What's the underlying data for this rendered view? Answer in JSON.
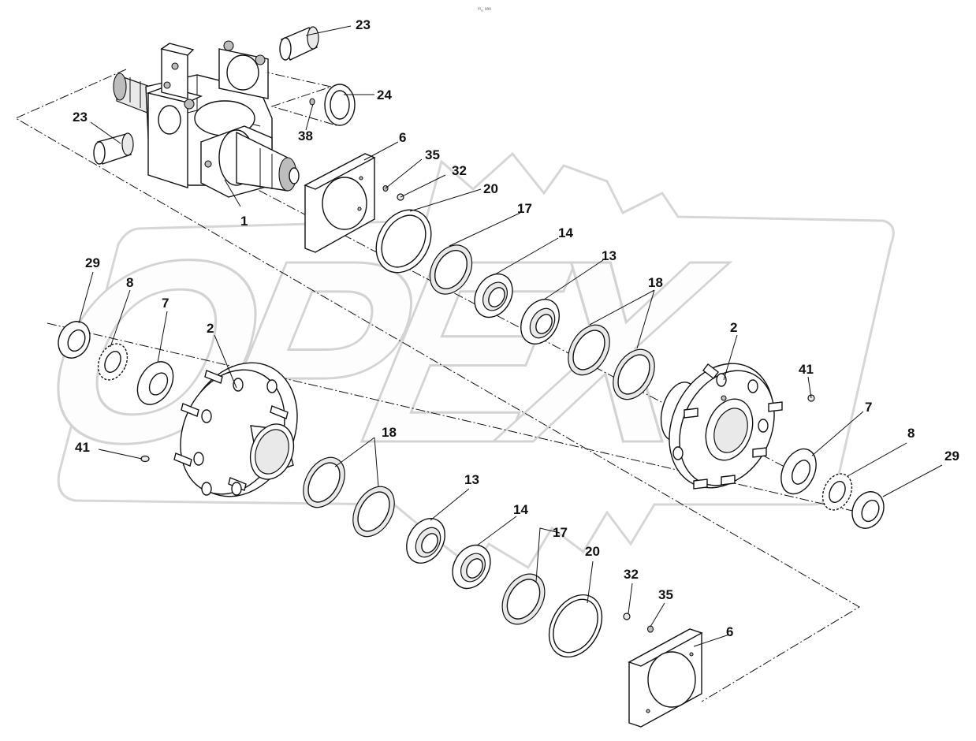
{
  "header": {
    "code": "ᵐ₀ ᵃᵃᵃ"
  },
  "watermark": {
    "text": "OPEX"
  },
  "labels": {
    "l23a": "23",
    "l24": "24",
    "l23b": "23",
    "l38": "38",
    "l6a": "6",
    "l35a": "35",
    "l32a": "32",
    "l1": "1",
    "l20a": "20",
    "l17a": "17",
    "l14a": "14",
    "l13a": "13",
    "l18a": "18",
    "l29a": "29",
    "l8a": "8",
    "l7a": "7",
    "l2a": "2",
    "l2b": "2",
    "l41b": "41",
    "l7b": "7",
    "l8b": "8",
    "l29b": "29",
    "l41a": "41",
    "l18b": "18",
    "l13b": "13",
    "l14b": "14",
    "l17b": "17",
    "l20b": "20",
    "l32b": "32",
    "l35b": "35",
    "l6b": "6"
  }
}
